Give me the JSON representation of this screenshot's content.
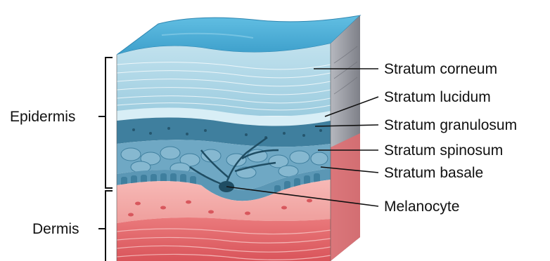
{
  "diagram": {
    "group_labels": {
      "epidermis": "Epidermis",
      "dermis": "Dermis"
    },
    "layer_labels": [
      "Stratum corneum",
      "Stratum lucidum",
      "Stratum granulosum",
      "Stratum spinosum",
      "Stratum basale",
      "Melanocyte"
    ],
    "colors": {
      "stratum_corneum": "#a9d3e4",
      "stratum_corneum_top": "#4fb3db",
      "stratum_lucidum": "#cfe9f2",
      "stratum_granulosum": "#3e7f9d",
      "stratum_spinosum": "#6ea7c3",
      "stratum_basale": "#5b97b5",
      "melanocyte": "#1f4d63",
      "dermis_papillary": "#f4a7a5",
      "dermis_reticular": "#e56a6c",
      "side_face": "#9a9aa0"
    }
  }
}
